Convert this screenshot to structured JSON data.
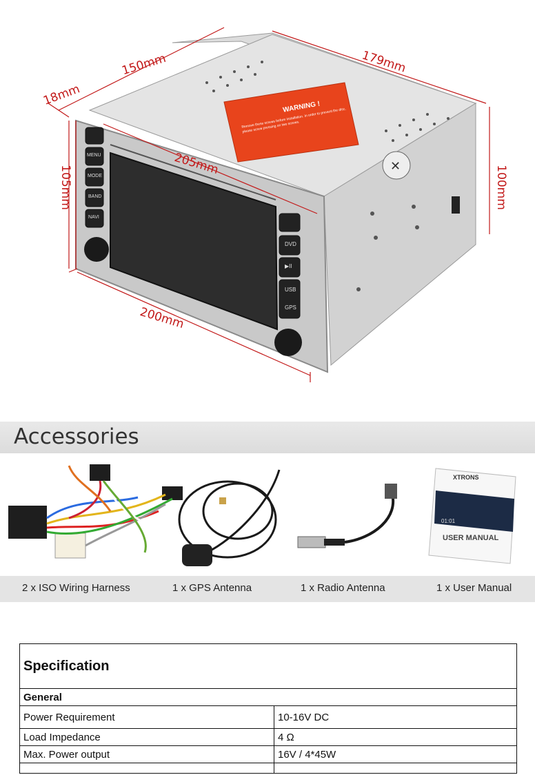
{
  "dimensions": {
    "top_width": "150mm",
    "depth": "179mm",
    "bezel_depth": "18mm",
    "front_height": "105mm",
    "side_height": "100mm",
    "diagonal_width": "205mm",
    "bottom_width": "200mm"
  },
  "device": {
    "left_buttons": [
      "MENU",
      "MODE",
      "BAND",
      "NAVI"
    ],
    "right_buttons": [
      "DVD",
      "▶II",
      "USB",
      "GPS"
    ],
    "warning_label": "WARNING !",
    "warning_text": "Remove these screws before installation. In order to prevent the disc, please screw pressing on two screws."
  },
  "accessories": {
    "title": "Accessories",
    "items": [
      {
        "caption": "2 x ISO Wiring Harness"
      },
      {
        "caption": "1 x GPS Antenna"
      },
      {
        "caption": "1 x Radio Antenna"
      },
      {
        "caption": "1 x User Manual"
      }
    ],
    "manual": {
      "brand": "XTRONS",
      "title": "USER MANUAL",
      "screen_time": "01:01"
    }
  },
  "specification": {
    "title": "Specification",
    "section": "General",
    "rows": [
      {
        "label": "Power Requirement",
        "value": "10-16V DC"
      },
      {
        "label": "Load Impedance",
        "value": "4 Ω"
      },
      {
        "label": "Max. Power output",
        "value": "16V / 4*45W"
      }
    ]
  },
  "colors": {
    "dimension_lines": "#c21818",
    "warning_label": "#e8441c",
    "chassis": "#d8d8d8",
    "bezel": "#c9c9c9"
  }
}
